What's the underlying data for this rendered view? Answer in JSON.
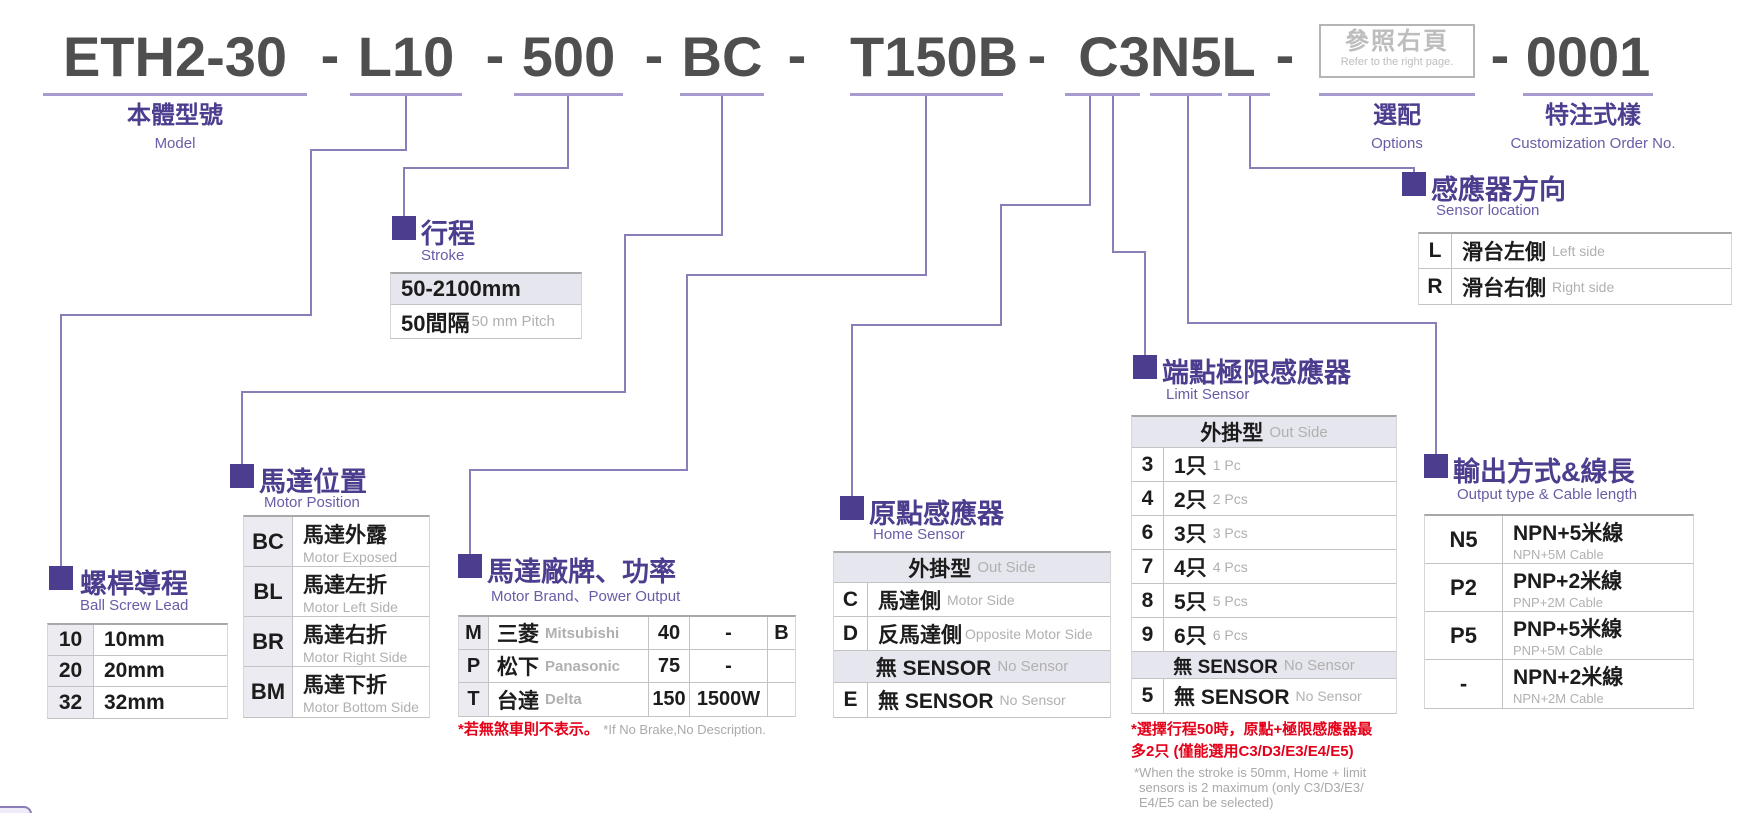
{
  "colors": {
    "purple_dark": "#4c3d8f",
    "purple_text": "#6a5ba6",
    "line": "#8a7db8",
    "underline": "#a89bd0",
    "code_gray": "#4f4f4f",
    "table_text": "#1c1c1c",
    "gray_en": "#b0b0b0",
    "shaded": "#e6e6ee",
    "red": "#e50019"
  },
  "model_code": {
    "separator": "-",
    "segments": {
      "model": "ETH2-30",
      "lead": "L10",
      "stroke": "500",
      "motor_position": "BC",
      "motor_brand": "T150B",
      "sensors": "C3N5L",
      "order_no": "0001"
    },
    "options_box": {
      "zh": "參照右頁",
      "en": "Refer to the right page."
    },
    "labels": {
      "model": {
        "zh": "本體型號",
        "en": "Model"
      },
      "options": {
        "zh": "選配",
        "en": "Options"
      },
      "order_no": {
        "zh": "特注式樣",
        "en": "Customization Order No."
      }
    }
  },
  "sections": {
    "lead": {
      "title_zh": "螺桿導程",
      "title_en": "Ball Screw Lead",
      "rows": [
        {
          "code": "10",
          "zh": "10mm"
        },
        {
          "code": "20",
          "zh": "20mm"
        },
        {
          "code": "32",
          "zh": "32mm"
        }
      ]
    },
    "stroke": {
      "title_zh": "行程",
      "title_en": "Stroke",
      "range": "50-2100mm",
      "pitch_zh": "50間隔",
      "pitch_en": "50 mm Pitch"
    },
    "motor_position": {
      "title_zh": "馬達位置",
      "title_en": "Motor Position",
      "rows": [
        {
          "code": "BC",
          "zh": "馬達外露",
          "en": "Motor Exposed"
        },
        {
          "code": "BL",
          "zh": "馬達左折",
          "en": "Motor Left Side"
        },
        {
          "code": "BR",
          "zh": "馬達右折",
          "en": "Motor Right Side"
        },
        {
          "code": "BM",
          "zh": "馬達下折",
          "en": "Motor Bottom Side"
        }
      ]
    },
    "motor_brand": {
      "title_zh": "馬達廠牌、功率",
      "title_en": "Motor Brand、Power Output",
      "rows": [
        {
          "code": "M",
          "zh": "三菱",
          "en": "Mitsubishi",
          "power": "40",
          "watt": "-",
          "brake": "B"
        },
        {
          "code": "P",
          "zh": "松下",
          "en": "Panasonic",
          "power": "75",
          "watt": "-",
          "brake": ""
        },
        {
          "code": "T",
          "zh": "台達",
          "en": "Delta",
          "power": "150",
          "watt": "1500W",
          "brake": ""
        }
      ],
      "note_zh": "*若無煞車則不表示。",
      "note_en": "*If No Brake,No Description."
    },
    "home_sensor": {
      "title_zh": "原點感應器",
      "title_en": "Home Sensor",
      "header_zh": "外掛型",
      "header_en": "Out Side",
      "rows": [
        {
          "code": "C",
          "zh": "馬達側",
          "en": "Motor Side"
        },
        {
          "code": "D",
          "zh": "反馬達側",
          "en": "Opposite Motor Side"
        }
      ],
      "none_zh": "無 SENSOR",
      "none_en": "No Sensor",
      "none_row": {
        "code": "E",
        "zh": "無 SENSOR",
        "en": "No Sensor"
      }
    },
    "limit_sensor": {
      "title_zh": "端點極限感應器",
      "title_en": "Limit Sensor",
      "header_zh": "外掛型",
      "header_en": "Out Side",
      "rows": [
        {
          "code": "3",
          "zh": "1只",
          "en": "1 Pc"
        },
        {
          "code": "4",
          "zh": "2只",
          "en": "2 Pcs"
        },
        {
          "code": "6",
          "zh": "3只",
          "en": "3 Pcs"
        },
        {
          "code": "7",
          "zh": "4只",
          "en": "4 Pcs"
        },
        {
          "code": "8",
          "zh": "5只",
          "en": "5 Pcs"
        },
        {
          "code": "9",
          "zh": "6只",
          "en": "6 Pcs"
        }
      ],
      "none_zh": "無 SENSOR",
      "none_en": "No Sensor",
      "none_row": {
        "code": "5",
        "zh": "無 SENSOR",
        "en": "No Sensor"
      },
      "note_zh_1": "*選擇行程50時，原點+極限感應器最",
      "note_zh_2": "多2只 (僅能選用C3/D3/E3/E4/E5)",
      "note_en_1": "*When the stroke is 50mm, Home + limit",
      "note_en_2": "sensors is 2 maximum (only C3/D3/E3/",
      "note_en_3": "E4/E5 can be selected)"
    },
    "sensor_location": {
      "title_zh": "感應器方向",
      "title_en": "Sensor location",
      "rows": [
        {
          "code": "L",
          "zh": "滑台左側",
          "en": "Left side"
        },
        {
          "code": "R",
          "zh": "滑台右側",
          "en": "Right side"
        }
      ]
    },
    "output": {
      "title_zh": "輸出方式&線長",
      "title_en": "Output type & Cable length",
      "rows": [
        {
          "code": "N5",
          "zh": "NPN+5米線",
          "en": "NPN+5M Cable"
        },
        {
          "code": "P2",
          "zh": "PNP+2米線",
          "en": "PNP+2M Cable"
        },
        {
          "code": "P5",
          "zh": "PNP+5米線",
          "en": "PNP+5M Cable"
        },
        {
          "code": "-",
          "zh": "NPN+2米線",
          "en": "NPN+2M Cable"
        }
      ]
    }
  }
}
